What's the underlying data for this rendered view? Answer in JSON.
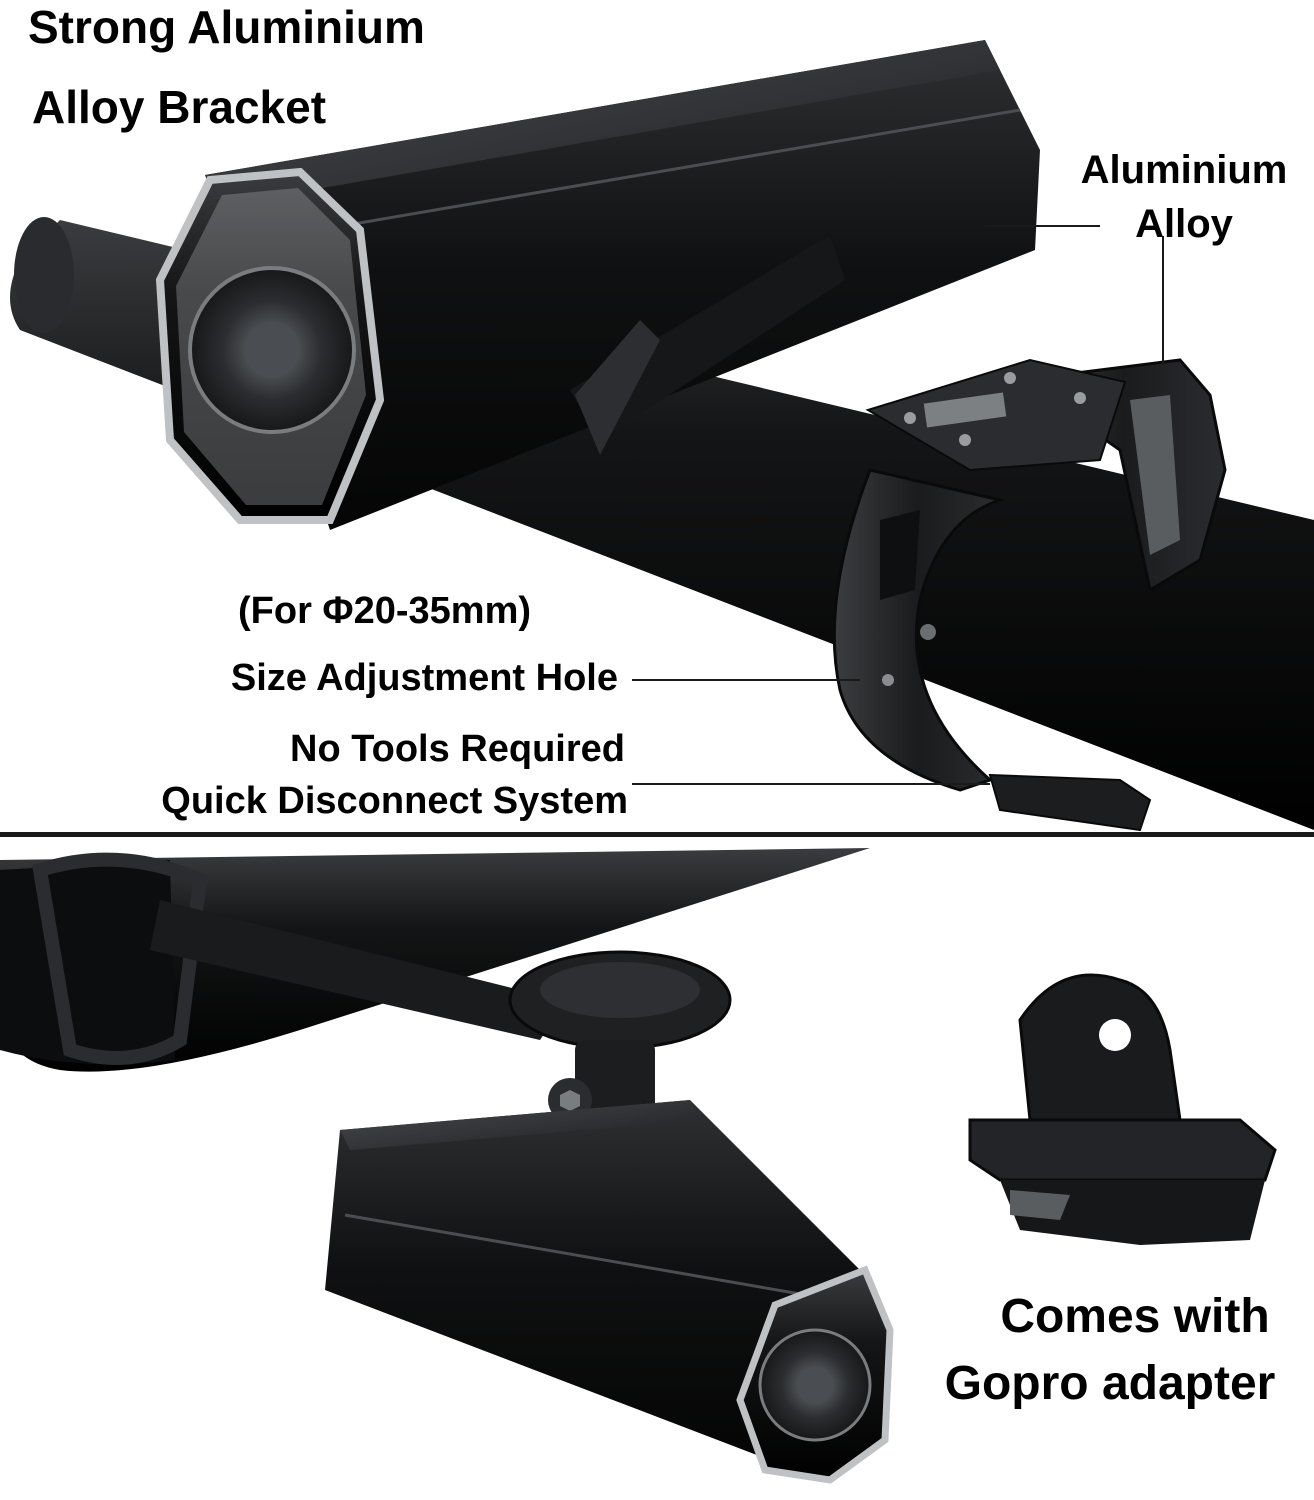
{
  "colors": {
    "background": "#ffffff",
    "text": "#000000",
    "metal": "#1c1d1f",
    "metal_highlight": "#55585c",
    "divider": "#1a1a1a",
    "lens_bezel": "#bfc2c4"
  },
  "top_panel": {
    "title_line1": "Strong Aluminium",
    "title_line2": "Alloy Bracket",
    "material_line1": "Aluminium",
    "material_line2": "Alloy",
    "size_range": "(For Φ20-35mm)",
    "size_hole": "Size Adjustment Hole",
    "no_tools": "No Tools Required",
    "quick_disconnect": "Quick Disconnect System"
  },
  "bottom_panel": {
    "gopro_line1": "Comes with",
    "gopro_line2": "Gopro adapter"
  },
  "icons": {
    "headlight_top": "bike-headlight-icon",
    "clamp": "handlebar-clamp-icon",
    "out_front_mount": "out-front-mount-icon",
    "headlight_bottom": "bike-headlight-icon",
    "gopro_adapter": "gopro-adapter-icon"
  }
}
